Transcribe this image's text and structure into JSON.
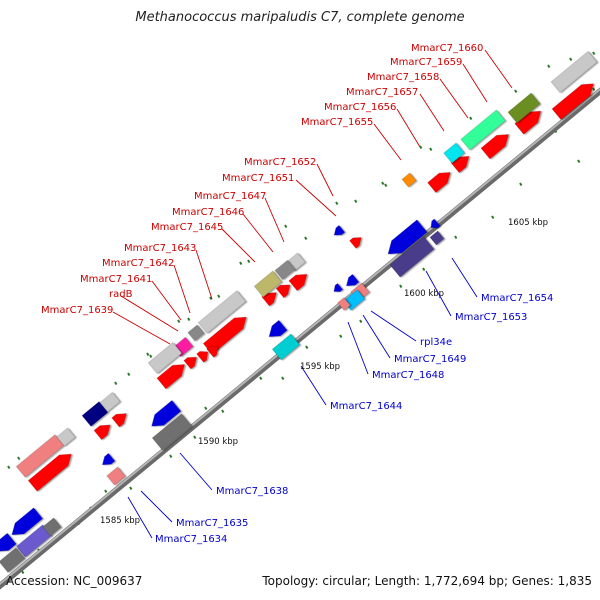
{
  "title": "Methanococcus maripaludis C7, complete genome",
  "accession": "Accession: NC_009637",
  "topology": "Topology: circular; Length: 1,772,694 bp; Genes: 1,835",
  "colors": {
    "top_label": "#cc0000",
    "bottom_label": "#0000cc",
    "forward_gene": "#ff0000",
    "reverse_gene": "#0000dd",
    "backbone": "#808080"
  },
  "kbp_ticks": [
    "1585 kbp",
    "1590 kbp",
    "1595 kbp",
    "1600 kbp",
    "1605 kbp"
  ],
  "top_labels": [
    "MmarC7_1660",
    "MmarC7_1659",
    "MmarC7_1658",
    "MmarC7_1657",
    "MmarC7_1656",
    "MmarC7_1655",
    "MmarC7_1652",
    "MmarC7_1651",
    "MmarC7_1647",
    "MmarC7_1646",
    "MmarC7_1645",
    "MmarC7_1643",
    "MmarC7_1642",
    "MmarC7_1641",
    "radB",
    "MmarC7_1639"
  ],
  "bottom_labels": [
    "MmarC7_1654",
    "MmarC7_1653",
    "rpl34e",
    "MmarC7_1649",
    "MmarC7_1648",
    "MmarC7_1644",
    "MmarC7_1638",
    "MmarC7_1635",
    "MmarC7_1634"
  ]
}
